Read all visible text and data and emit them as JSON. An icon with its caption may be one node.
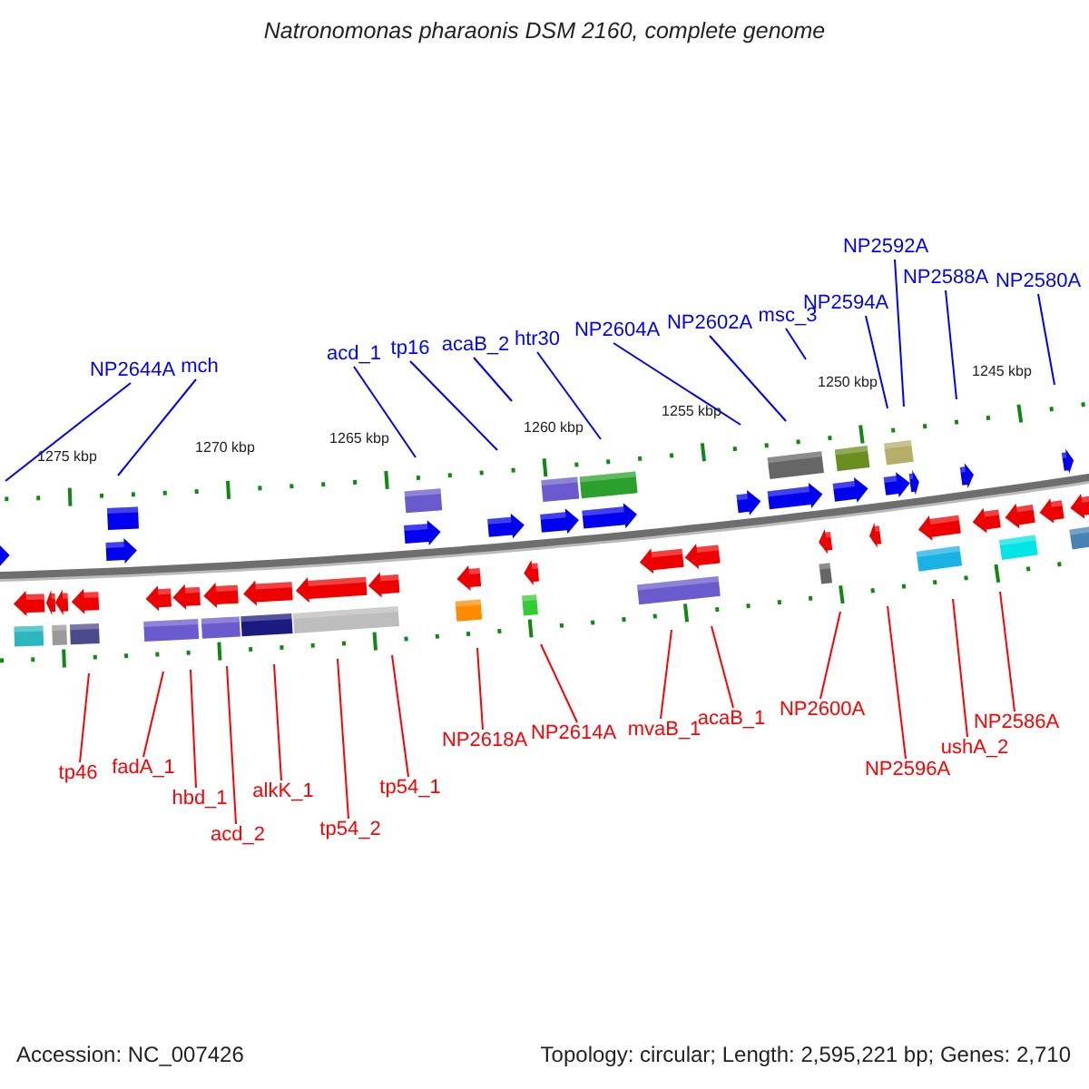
{
  "diagram": {
    "title": "Natronomonas pharaonis DSM 2160, complete genome",
    "nodes": [
      {
        "text": [
          "NP2644A"
        ]
      },
      {
        "text": [
          "mch"
        ]
      },
      {
        "text": [
          "acd_1"
        ]
      },
      {
        "text": [
          "tp16"
        ]
      },
      {
        "text": [
          "acaB_2"
        ]
      },
      {
        "text": [
          "htr30"
        ]
      },
      {
        "text": [
          "NP2604A"
        ]
      },
      {
        "text": [
          "NP2602A"
        ]
      },
      {
        "text": [
          "msc_3"
        ]
      },
      {
        "text": [
          "NP2594A"
        ]
      },
      {
        "text": [
          "NP2592A"
        ]
      },
      {
        "text": [
          "NP2588A"
        ]
      },
      {
        "text": [
          "NP2580A"
        ]
      },
      {
        "text": [
          "tp46"
        ]
      },
      {
        "text": [
          "fadA_1"
        ]
      },
      {
        "text": [
          "hbd_1"
        ]
      },
      {
        "text": [
          "acd_2"
        ]
      },
      {
        "text": [
          "alkK_1"
        ]
      },
      {
        "text": [
          "tp54_2"
        ]
      },
      {
        "text": [
          "tp54_1"
        ]
      },
      {
        "text": [
          "NP2618A"
        ]
      },
      {
        "text": [
          "NP2614A"
        ]
      },
      {
        "text": [
          "mvaB_1"
        ]
      },
      {
        "text": [
          "acaB_1"
        ]
      },
      {
        "text": [
          "NP2600A"
        ]
      },
      {
        "text": [
          "NP2596A"
        ]
      },
      {
        "text": [
          "ushA_2"
        ]
      },
      {
        "text": [
          "NP2586A"
        ]
      }
    ],
    "edges": [
      {
        "from": 0,
        "to": null,
        "arrow": "none",
        "color": "#0000ff"
      },
      {
        "from": 1,
        "to": null,
        "arrow": "none",
        "color": "#0000ff"
      },
      {
        "from": 2,
        "to": null,
        "arrow": "none",
        "color": "#0000ff"
      },
      {
        "from": 3,
        "to": null,
        "arrow": "none",
        "color": "#0000ff"
      },
      {
        "from": 4,
        "to": null,
        "arrow": "none",
        "color": "#0000ff"
      },
      {
        "from": 5,
        "to": null,
        "arrow": "none",
        "color": "#0000ff"
      },
      {
        "from": 6,
        "to": null,
        "arrow": "none",
        "color": "#0000ff"
      },
      {
        "from": 7,
        "to": null,
        "arrow": "none",
        "color": "#0000ff"
      },
      {
        "from": 8,
        "to": null,
        "arrow": "none",
        "color": "#0000ff"
      },
      {
        "from": 9,
        "to": null,
        "arrow": "none",
        "color": "#0000ff"
      },
      {
        "from": 10,
        "to": null,
        "arrow": "none",
        "color": "#0000ff"
      },
      {
        "from": 11,
        "to": null,
        "arrow": "none",
        "color": "#0000ff"
      },
      {
        "from": 12,
        "to": null,
        "arrow": "none",
        "color": "#0000ff"
      },
      {
        "from": 13,
        "to": null,
        "arrow": "none"
      },
      {
        "from": 14,
        "to": null,
        "arrow": "none"
      },
      {
        "from": 15,
        "to": null,
        "arrow": "none"
      },
      {
        "from": 16,
        "to": null,
        "arrow": "none"
      },
      {
        "from": 17,
        "to": null,
        "arrow": "none"
      },
      {
        "from": 18,
        "to": null,
        "arrow": "none"
      },
      {
        "from": 19,
        "to": null,
        "arrow": "none"
      },
      {
        "from": 20,
        "to": null,
        "arrow": "none"
      },
      {
        "from": 21,
        "to": null,
        "arrow": "none"
      },
      {
        "from": 22,
        "to": null,
        "arrow": "none"
      },
      {
        "from": 23,
        "to": null,
        "arrow": "none"
      },
      {
        "from": 24,
        "to": null,
        "arrow": "none"
      },
      {
        "from": 25,
        "to": null,
        "arrow": "none"
      },
      {
        "from": 26,
        "to": null,
        "arrow": "none"
      },
      {
        "from": 27,
        "to": null,
        "arrow": "none"
      }
    ],
    "labels": [
      "1275 kbp",
      "1270 kbp",
      "1265 kbp",
      "1260 kbp",
      "1255 kbp",
      "1250 kbp",
      "1245 kbp",
      "Accession: NC_007426",
      "Topology: circular; Length: 2,595,221 bp; Genes: 2,710"
    ]
  }
}
